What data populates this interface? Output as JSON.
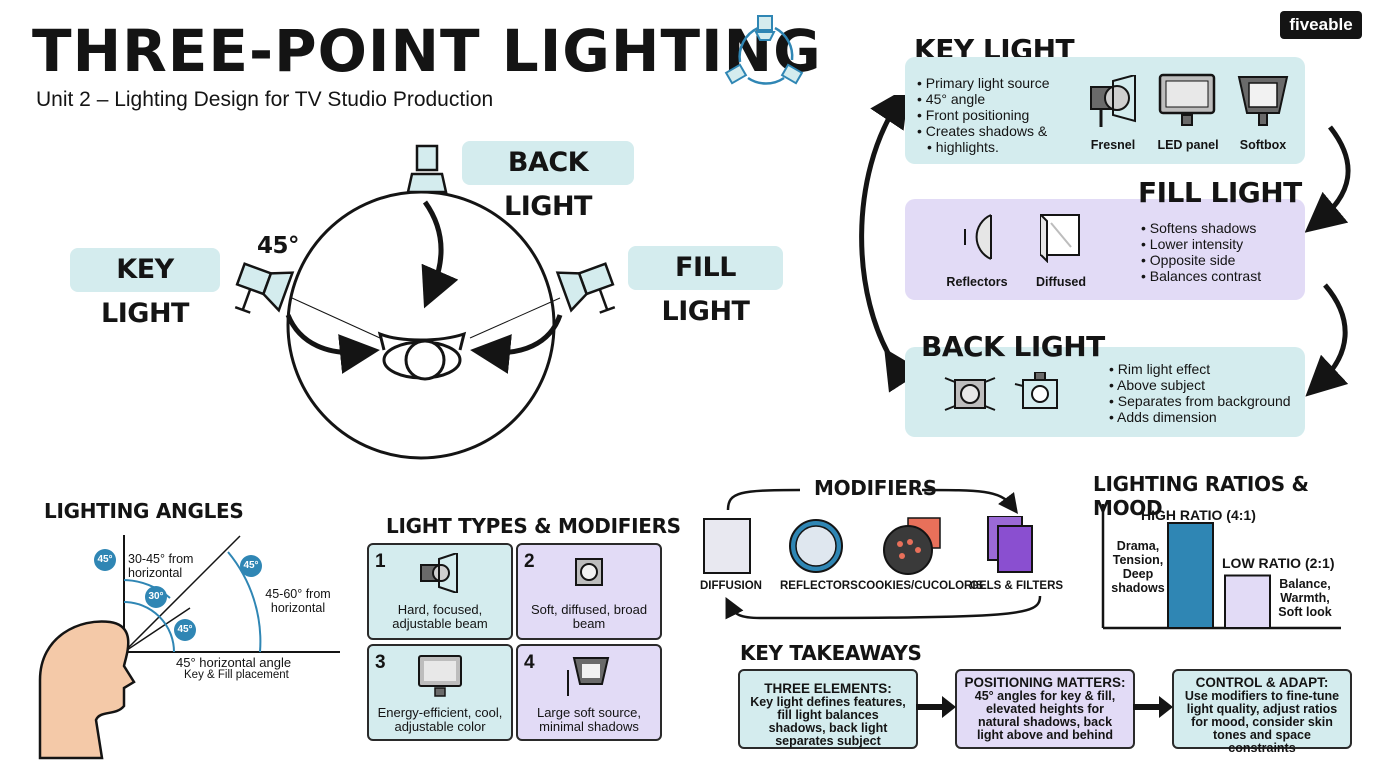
{
  "header": {
    "title": "THREE-POINT LIGHTING",
    "subtitle": "Unit 2 – Lighting Design for TV Studio Production",
    "logo": "fiveable"
  },
  "diagram": {
    "back_light": "BACK LIGHT",
    "key_light": "KEY LIGHT",
    "fill_light": "FILL LIGHT",
    "angle": "45°"
  },
  "key_panel": {
    "title": "KEY LIGHT",
    "bullets": [
      "Primary light source",
      "45° angle",
      "Front positioning",
      "Creates shadows &",
      "highlights."
    ],
    "items": [
      "Fresnel",
      "LED panel",
      "Softbox"
    ]
  },
  "fill_panel": {
    "title": "FILL LIGHT",
    "bullets": [
      "Softens shadows",
      "Lower intensity",
      "Opposite side",
      "Balances contrast"
    ],
    "items": [
      "Reflectors",
      "Diffused"
    ]
  },
  "back_panel": {
    "title": "BACK LIGHT",
    "bullets": [
      "Rim light effect",
      "Above subject",
      "Separates from background",
      "Adds dimension"
    ]
  },
  "angles": {
    "title": "LIGHTING ANGLES",
    "range1": "30-45° from horizontal",
    "range2": "45-60° from horizontal",
    "horizontal": "45° horizontal angle",
    "placement": "Key & Fill placement",
    "badges": [
      "45°",
      "45°",
      "30°",
      "45°"
    ]
  },
  "types": {
    "title": "LIGHT TYPES & MODIFIERS",
    "cells": [
      {
        "num": "1",
        "desc": "Hard, focused, adjustable beam"
      },
      {
        "num": "2",
        "desc": "Soft, diffused, broad beam"
      },
      {
        "num": "3",
        "desc": "Energy-efficient, cool, adjustable color"
      },
      {
        "num": "4",
        "desc": "Large soft source, minimal shadows"
      }
    ]
  },
  "modifiers": {
    "title": "MODIFIERS",
    "items": [
      "DIFFUSION",
      "REFLECTORS",
      "COOKIES/CUCOLORIS",
      "GELS & FILTERS"
    ]
  },
  "ratios": {
    "title": "LIGHTING RATIOS & MOOD",
    "high_label": "HIGH RATIO (4:1)",
    "high_desc": "Drama, Tension, Deep shadows",
    "low_label": "LOW RATIO (2:1)",
    "low_desc": "Balance, Warmth, Soft look",
    "colors": {
      "high": "#2f86b4",
      "low": "#e2dbf6"
    }
  },
  "chart_data": {
    "type": "bar",
    "categories": [
      "HIGH RATIO (4:1)",
      "LOW RATIO (2:1)"
    ],
    "values": [
      4,
      2
    ]
  },
  "takeaways": {
    "title": "KEY TAKEAWAYS",
    "boxes": [
      {
        "head": "THREE ELEMENTS:",
        "text": "Key light defines features, fill light balances shadows, back light separates subject"
      },
      {
        "head": "POSITIONING MATTERS:",
        "text": "45° angles for key & fill, elevated heights for natural shadows, back light above and behind"
      },
      {
        "head": "CONTROL & ADAPT:",
        "text": "Use modifiers to fine-tune light quality, adjust ratios for mood, consider skin tones and space constraints"
      }
    ]
  },
  "colors": {
    "teal": "#d4ecee",
    "purple": "#e2dbf6",
    "blue": "#2f86b4"
  }
}
